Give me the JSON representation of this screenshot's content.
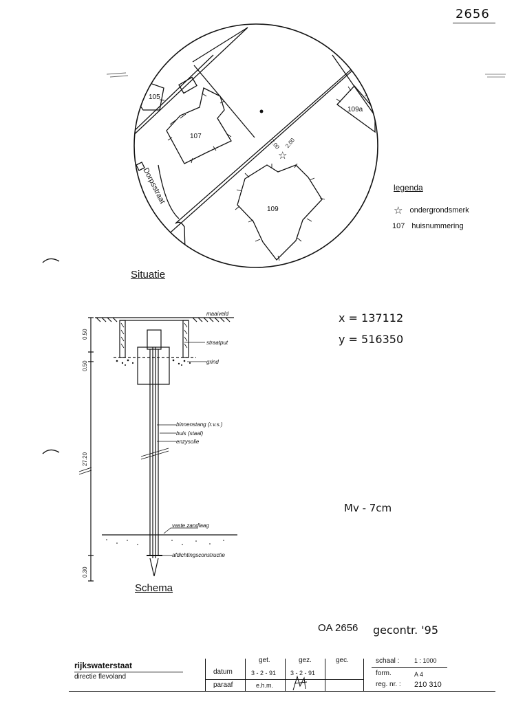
{
  "sheet_number": "2656",
  "situation": {
    "title": "Situatie",
    "street": "Dorpsstraat",
    "houses": [
      "105",
      "107",
      "109",
      "109a"
    ],
    "marker_labels": [
      "7.00",
      "2.00"
    ],
    "legend": {
      "title": "legenda",
      "items": [
        {
          "symbol": "☆",
          "label": "ondergrondsmerk"
        },
        {
          "symbol": "107",
          "label": "huisnummering"
        }
      ]
    }
  },
  "schema": {
    "title": "Schema",
    "dimensions": [
      "0.50",
      "0.50",
      "27.20",
      "0.30"
    ],
    "labels": {
      "maaiveld": "maaiveld",
      "straatput": "straatput",
      "grind": "grind",
      "binnenstang": "binnenstang (r.v.s.)",
      "buis": "buis (staal)",
      "enzysolie": "enzysolie",
      "zandlaag": "vaste zandlaag",
      "afdichting": "afdichtingsconstructie"
    }
  },
  "coordinates": {
    "x": "x = 137112",
    "y": "y = 516350",
    "mv": "Mv - 7cm"
  },
  "note": {
    "code": "OA 2656",
    "handwritten": "gecontr. '95"
  },
  "title_block": {
    "org": "rijkswaterstaat",
    "division": "directie flevoland",
    "row_datum": "datum",
    "row_paraaf": "paraaf",
    "col_get": "get.",
    "col_gez": "gez.",
    "col_gec": "gec.",
    "get_date": "3 - 2 - 91",
    "gez_date": "3 - 2 - 91",
    "get_paraaf": "e.h.m.",
    "schaal_label": "schaal :",
    "schaal_value": "1 : 1000",
    "form_label": "form.",
    "form_value": "A 4",
    "reg_label": "reg. nr. :",
    "reg_value": "210 310"
  }
}
